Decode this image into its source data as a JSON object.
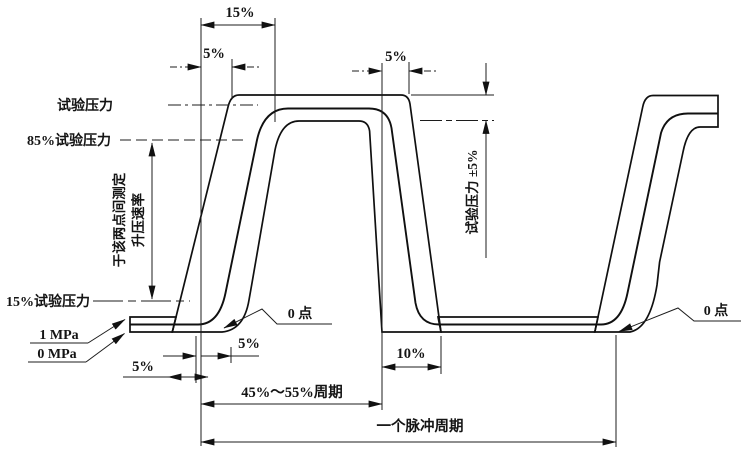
{
  "diagram": {
    "type": "pressure-pulse-cycle-tolerance-envelope",
    "colors": {
      "line": "#1c1c1c",
      "background": "#ffffff"
    },
    "labels": {
      "test_pressure": "试验压力",
      "pressure_85": "85%试验压力",
      "pressure_15": "15%试验压力",
      "rate_note_line1": "于该两点间测定",
      "rate_note_line2": "升压速率",
      "mpa_1": "1 MPa",
      "mpa_0": "0 MPa",
      "zero_point_left": "0 点",
      "zero_point_right": "0 点",
      "tolerance_band": "试验压力 ±5%"
    },
    "dims": {
      "rise_max": "15%",
      "rise_start_tol": "5%",
      "fall_start_tol": "5%",
      "base_left_tol": "5%",
      "base_mid_tol": "5%",
      "fall_max": "10%",
      "high_phase": "45%～55%周期",
      "full_cycle": "一个脉冲周期"
    }
  }
}
